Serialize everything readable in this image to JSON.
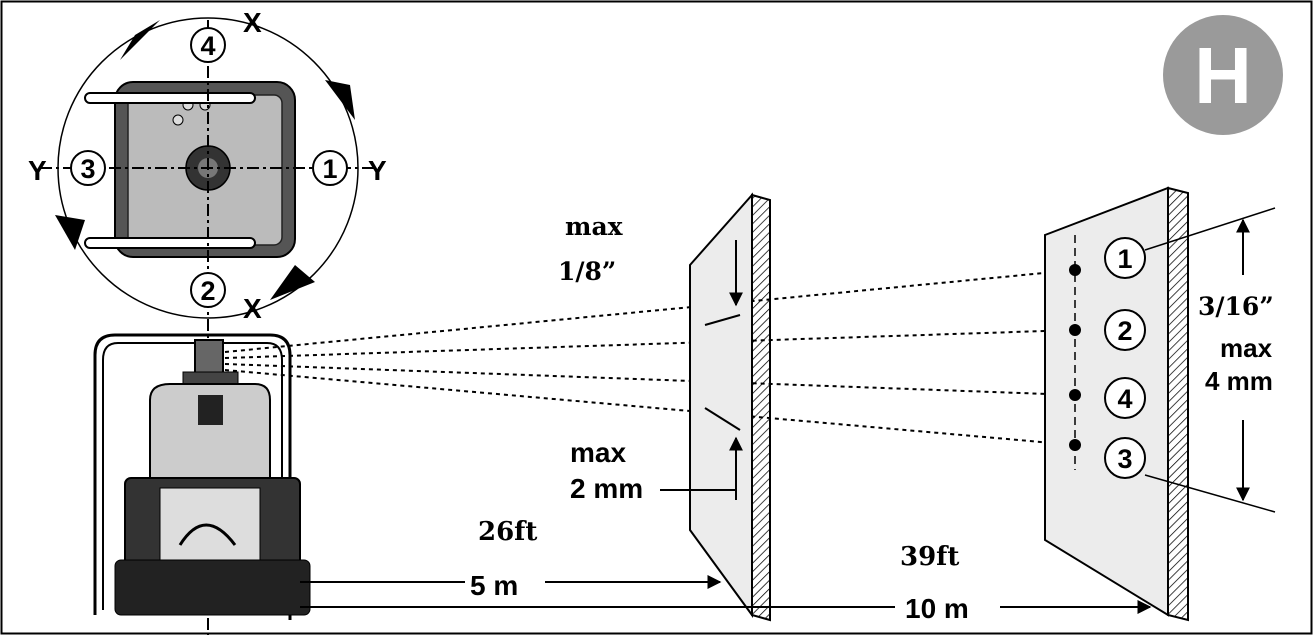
{
  "badge": {
    "letter": "H",
    "color": "#9a9a9a"
  },
  "axes": {
    "x": "X",
    "y": "Y"
  },
  "positions": [
    "1",
    "2",
    "3",
    "4"
  ],
  "wall_marks": [
    "1",
    "2",
    "4",
    "3"
  ],
  "near_wall": {
    "top_label_1": "max",
    "top_label_2": "1/8”",
    "bottom_label_1": "max",
    "bottom_label_2": "2 mm"
  },
  "far_wall": {
    "label_inch": "3/16”",
    "label_max": "max",
    "label_mm": "4 mm"
  },
  "distances": {
    "near_ft": "26ft",
    "near_m": "5 m",
    "far_ft": "39ft",
    "far_m": "10 m"
  }
}
